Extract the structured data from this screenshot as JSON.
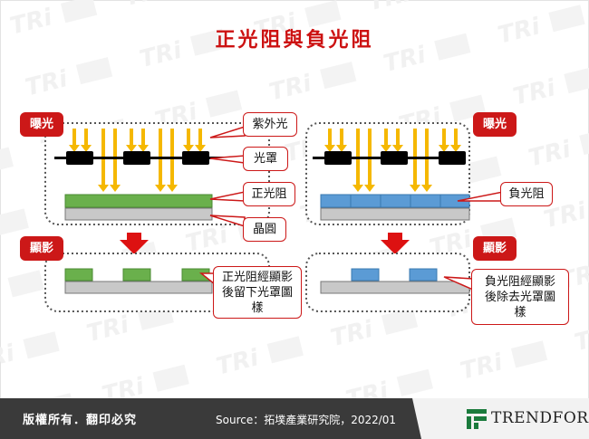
{
  "title": "正光阻與負光阻",
  "left": {
    "tag_top": "曝光",
    "tag_bottom": "顯影",
    "callouts": {
      "uv": "紫外光",
      "mask": "光罩",
      "resist": "正光阻",
      "wafer": "晶圓",
      "result": "正光阻經顯影後留下光罩圖樣"
    }
  },
  "right": {
    "tag_top": "曝光",
    "tag_bottom": "顯影",
    "callouts": {
      "resist": "負光阻",
      "result": "負光阻經顯影後除去光罩圖樣"
    }
  },
  "footer": {
    "copyright": "版權所有．翻印必究",
    "source": "Source：拓墣產業研究院，2022/01",
    "brand": "TRENDFORCE"
  },
  "colors": {
    "accent_red": "#cc1818",
    "uv_yellow": "#f5b800",
    "positive_resist": "#6ab04c",
    "negative_resist": "#5b9bd5",
    "wafer_gray": "#c8c8c8"
  }
}
